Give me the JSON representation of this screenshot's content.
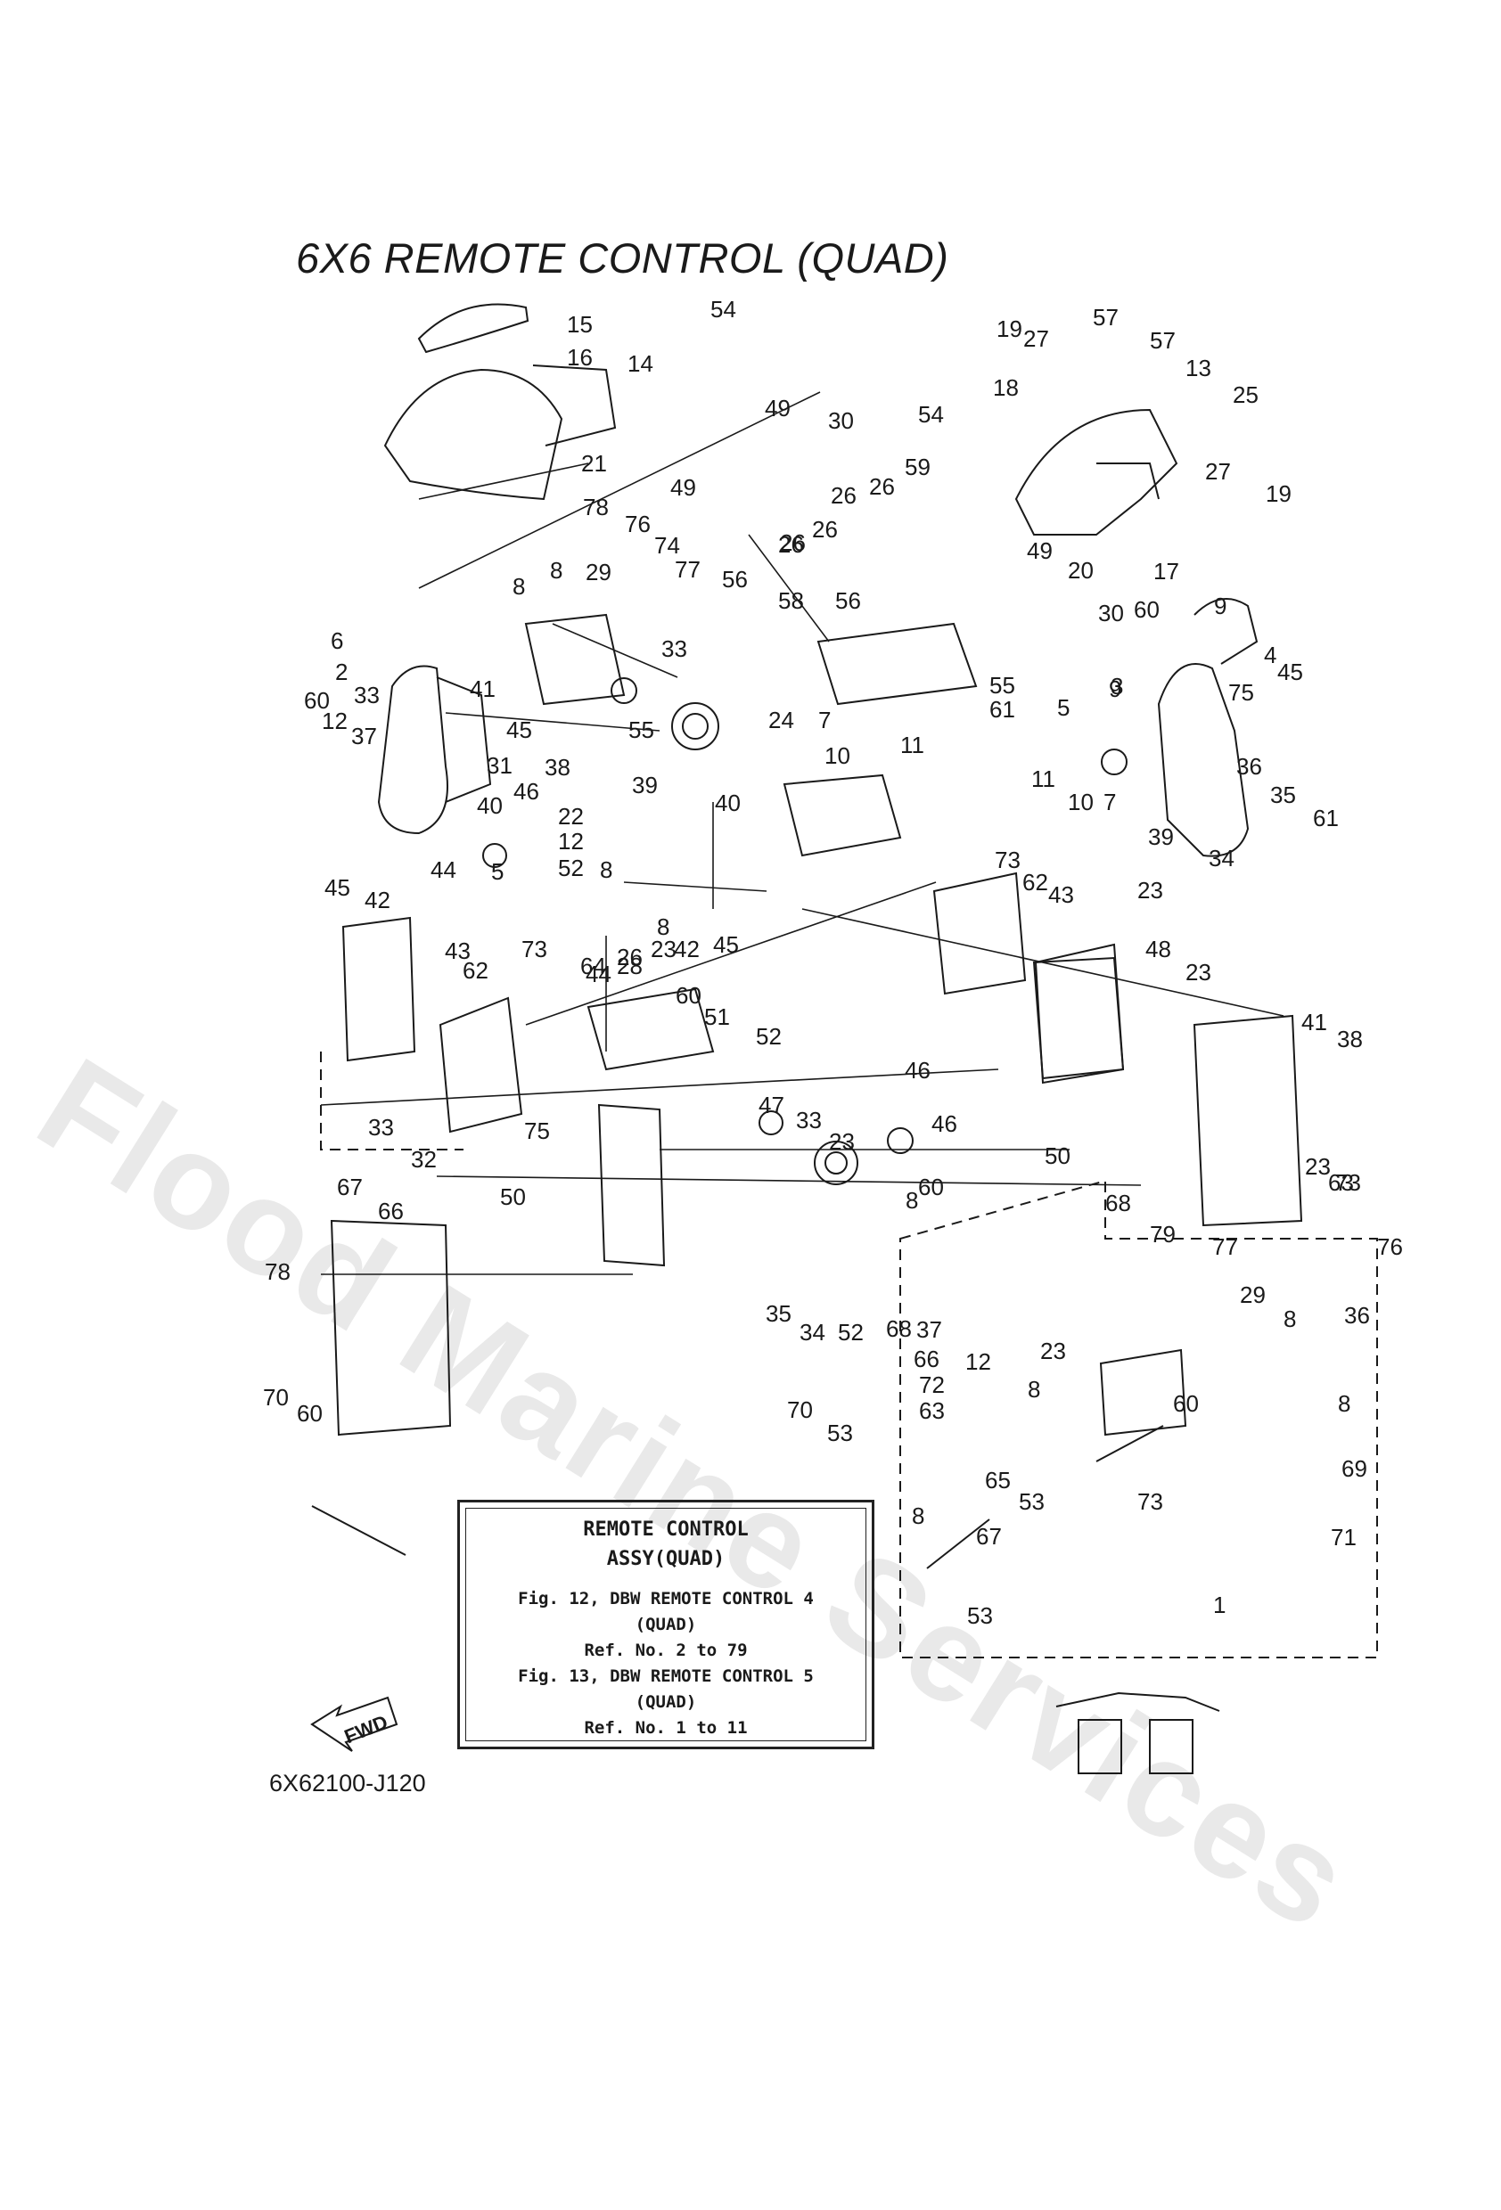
{
  "title": "6X6 REMOTE CONTROL (QUAD)",
  "watermark": "Flood Marine Services",
  "part_code": "6X62100-J120",
  "fwd_label": "FWD",
  "note": {
    "heading_1": "REMOTE CONTROL",
    "heading_2": "ASSY(QUAD)",
    "line_1": "Fig. 12, DBW REMOTE CONTROL 4",
    "line_2": "(QUAD)",
    "line_3": "Ref. No. 2 to 79",
    "line_4": "Fig. 13, DBW REMOTE CONTROL 5",
    "line_5": "(QUAD)",
    "line_6": "Ref. No. 1 to 11"
  },
  "callouts": [
    "54",
    "19",
    "27",
    "57",
    "57",
    "13",
    "25",
    "15",
    "16",
    "14",
    "49",
    "30",
    "18",
    "54",
    "21",
    "59",
    "27",
    "19",
    "49",
    "26",
    "26",
    "26",
    "26",
    "78",
    "76",
    "74",
    "77",
    "56",
    "49",
    "26",
    "17",
    "20",
    "8",
    "8",
    "29",
    "58",
    "56",
    "30",
    "60",
    "9",
    "6",
    "33",
    "4",
    "2",
    "45",
    "55",
    "61",
    "5",
    "3",
    "9",
    "75",
    "33",
    "41",
    "45",
    "55",
    "24",
    "7",
    "10",
    "11",
    "60",
    "12",
    "37",
    "31",
    "38",
    "46",
    "39",
    "40",
    "11",
    "10",
    "7",
    "36",
    "35",
    "61",
    "22",
    "12",
    "40",
    "39",
    "34",
    "44",
    "5",
    "52",
    "23",
    "8",
    "73",
    "62",
    "43",
    "45",
    "42",
    "8",
    "23",
    "26",
    "42",
    "45",
    "43",
    "62",
    "73",
    "64",
    "44",
    "28",
    "48",
    "23",
    "60",
    "51",
    "52",
    "46",
    "41",
    "38",
    "33",
    "32",
    "50",
    "75",
    "47",
    "33",
    "46",
    "23",
    "63",
    "60",
    "23",
    "73",
    "8",
    "50",
    "68",
    "67",
    "66",
    "77",
    "79",
    "76",
    "78",
    "29",
    "8",
    "36",
    "35",
    "34",
    "52",
    "68",
    "37",
    "12",
    "66",
    "72",
    "63",
    "23",
    "60",
    "70",
    "53",
    "8",
    "8",
    "70",
    "60",
    "65",
    "53",
    "73",
    "69",
    "71",
    "67",
    "8",
    "1",
    "53"
  ]
}
